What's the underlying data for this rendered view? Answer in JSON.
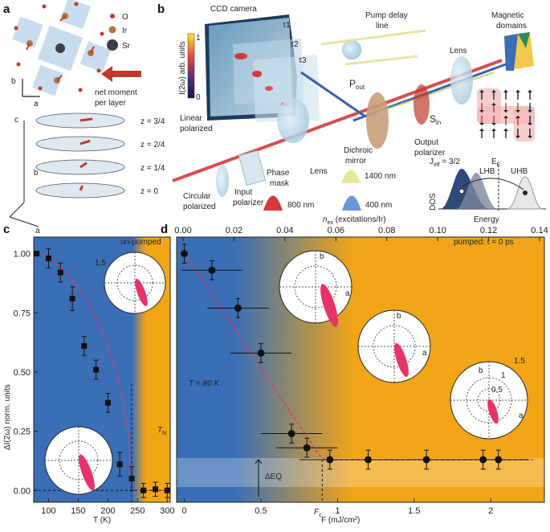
{
  "panels": {
    "a": {
      "label": "a",
      "legend": [
        {
          "symbol": "O",
          "color": "#c0392b"
        },
        {
          "symbol": "Ir",
          "color": "#b8733a"
        },
        {
          "symbol": "Sr",
          "color": "#3a3f4a"
        }
      ],
      "net_moment_text": [
        "net moment",
        "per layer"
      ],
      "axes_top": {
        "b": "b",
        "a": "a"
      },
      "axes_bottom": {
        "c": "c",
        "b": "b",
        "a": "a"
      },
      "layers": [
        "z = 3/4",
        "z = 2/4",
        "z = 1/4",
        "z = 0"
      ]
    },
    "b": {
      "label": "b",
      "ccd_camera": "CCD camera",
      "colorbar_label": "I(2ω) arb. units",
      "colorbar_max": "1",
      "colorbar_min": "0",
      "tau_labels": [
        "τ1",
        "τ2",
        "τ3"
      ],
      "pump_delay_line": [
        "Pump delay",
        "line"
      ],
      "magnetic_domains": [
        "Magnetic",
        "domains"
      ],
      "lens_top": "Lens",
      "p_out": "P",
      "p_out_sub": "out",
      "s_in": "S",
      "s_in_sub": "in",
      "output_polarizer": [
        "Output",
        "polarizer"
      ],
      "linear_polarized": [
        "Linear",
        "polarized"
      ],
      "circular_polarized": [
        "Circular",
        "polarized"
      ],
      "input_polarizer": [
        "Input",
        "polarizer"
      ],
      "phase_mask": [
        "Phase",
        "mask"
      ],
      "lens_bottom": "Lens",
      "dichroic_mirror": [
        "Dichroic",
        "mirror"
      ],
      "wavelengths": [
        "800 nm",
        "400 nm",
        "1400 nm"
      ],
      "dos_label": "DOS",
      "energy_label": "Energy",
      "jeff_label": "J",
      "jeff_sub": "eff",
      "jeff_value": " = 3/2",
      "lhb": "LHB",
      "uhb": "UHB",
      "ef": "E",
      "ef_sub": "F"
    },
    "c": {
      "label": "c",
      "tag": "un-pumped",
      "ylabel": "ΔI(2ω) norm. units",
      "xlabel": "T (K)",
      "tn_label": "T",
      "tn_sub": "N",
      "polar_scale": "1.5"
    },
    "d": {
      "label": "d",
      "tag": "pumped: t = 0 ps",
      "xlabel": "F (mJ/cm²)",
      "top_xlabel": "n",
      "top_xlabel_sub": "ex",
      "top_xlabel_rest": " (excitations/Ir)",
      "temp_label": "T = 80 K",
      "deq_label": "ΔEQ",
      "fc_label": "F",
      "fc_sub": "c",
      "polar_labels": {
        "b": "b",
        "a": "a",
        "r1": "1",
        "r05": "0.5",
        "scale": "1.5"
      }
    }
  },
  "chart_data": [
    {
      "panel": "c",
      "type": "scatter",
      "xlabel": "T (K)",
      "ylabel": "ΔI(2ω) norm. units",
      "xlim": [
        75,
        305
      ],
      "ylim": [
        -0.05,
        1.07
      ],
      "xticks": [
        100,
        150,
        200,
        250,
        300
      ],
      "yticks": [
        0.0,
        0.25,
        0.5,
        0.75,
        1.0
      ],
      "x": [
        80,
        100,
        120,
        140,
        160,
        180,
        200,
        220,
        240,
        260,
        280,
        300
      ],
      "y": [
        1.0,
        0.98,
        0.92,
        0.81,
        0.61,
        0.51,
        0.37,
        0.11,
        0.05,
        0.0,
        0.005,
        0.0
      ],
      "yerr": [
        0.0,
        0.04,
        0.04,
        0.05,
        0.04,
        0.04,
        0.04,
        0.05,
        0.05,
        0.03,
        0.03,
        0.03
      ],
      "fit_line_color": "#e8336a",
      "tn": 240,
      "background": [
        "#3a6fb5",
        "#f2a516"
      ]
    },
    {
      "panel": "d",
      "type": "scatter",
      "xlabel": "F (mJ/cm²)",
      "top_xlabel": "n_ex (excitations/Ir)",
      "xlim": [
        -0.05,
        2.35
      ],
      "ylim": [
        -0.05,
        1.07
      ],
      "xticks": [
        0.0,
        0.5,
        1.0,
        1.5,
        2.0
      ],
      "top_xticks": [
        "0.00",
        "0.02",
        "0.04",
        "0.06",
        "0.08",
        "0.10",
        "0.12",
        "0.14"
      ],
      "x": [
        0.0,
        0.18,
        0.35,
        0.5,
        0.7,
        0.8,
        0.95,
        1.2,
        1.58,
        1.95,
        2.05
      ],
      "y": [
        1.0,
        0.93,
        0.77,
        0.58,
        0.24,
        0.18,
        0.13,
        0.13,
        0.13,
        0.13,
        0.13
      ],
      "xerr": [
        0.02,
        0.2,
        0.2,
        0.2,
        0.2,
        0.2,
        0.2,
        0.2,
        0.2,
        0.2,
        0.2
      ],
      "yerr": [
        0.04,
        0.04,
        0.04,
        0.04,
        0.04,
        0.04,
        0.04,
        0.04,
        0.04,
        0.04,
        0.04
      ],
      "fc": 0.9,
      "deq": 0.13,
      "fit_line_color": "#e8336a",
      "background": [
        "#3a6fb5",
        "#f2a516"
      ]
    }
  ]
}
